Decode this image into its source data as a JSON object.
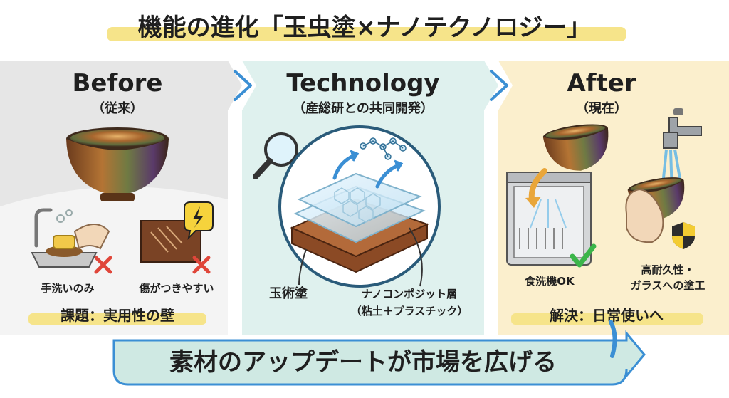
{
  "title": "機能の進化「玉虫塗×ナノテクノロジー」",
  "before": {
    "heading": "Before",
    "subheading": "（従来）",
    "caption_left": "手洗いのみ",
    "caption_right": "傷がつきやすい",
    "issue": "課題：実用性の壁"
  },
  "technology": {
    "heading": "Technology",
    "subheading": "（産総研との共同開発）",
    "label_left": "玉術塗",
    "label_right": "ナノコンポジット層",
    "label_right_sub": "（粘土＋プラスチック）"
  },
  "after": {
    "heading": "After",
    "subheading": "（現在）",
    "caption_left": "食洗機OK",
    "caption_right_1": "高耐久性・",
    "caption_right_2": "ガラスへの塗工",
    "solution": "解決：日常使いへ"
  },
  "bottom_message": "素材のアップデートが市場を広げる",
  "colors": {
    "before_bg": "#e6e6e6",
    "tech_bg": "#dff1ee",
    "after_bg": "#fbefcd",
    "highlight": "#f6e48a",
    "bottom_band": "#cfe9e3",
    "red_x": "#e0463a",
    "green_check": "#3bb54a",
    "arrow_blue": "#3b8fd4"
  },
  "icons": [
    "bowl-icon",
    "sponge-icon",
    "scratch-icon",
    "warning-bolt-icon",
    "magnifier-icon",
    "dishwasher-icon",
    "faucet-icon",
    "shield-icon",
    "check-icon",
    "cross-icon"
  ]
}
